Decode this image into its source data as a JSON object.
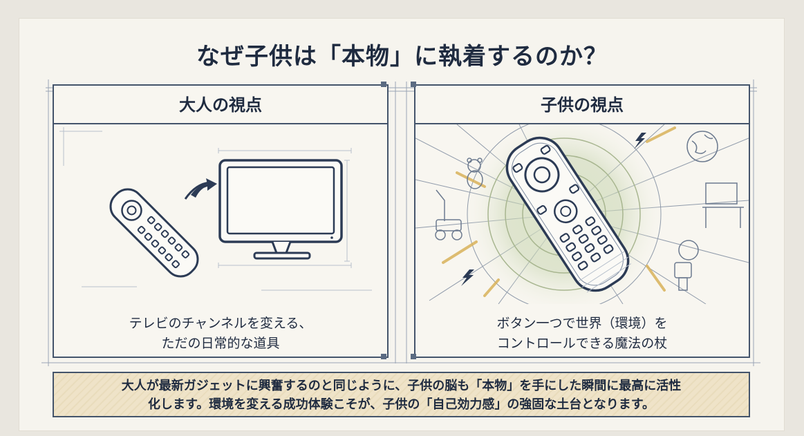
{
  "title": "なぜ子供は「本物」に執着するのか？",
  "left_panel": {
    "heading": "大人の視点",
    "caption_line1": "テレビのチャンネルを変える、",
    "caption_line2": "ただの日常的な道具",
    "icons": [
      "remote-control-icon",
      "arrow-icon",
      "television-icon"
    ]
  },
  "right_panel": {
    "heading": "子供の視点",
    "caption_line1": "ボタン一つで世界（環境）を",
    "caption_line2": "コントロールできる魔法の杖",
    "icons": [
      "glowing-remote-icon",
      "teddy-bear-icon",
      "globe-icon",
      "toy-lawnmower-icon",
      "tv-stand-icon",
      "toy-robot-icon"
    ]
  },
  "summary": {
    "line1": "大人が最新ガジェットに興奮するのと同じように、子供の脳も「本物」を手にした瞬間に最高に活性",
    "line2": "化します。環境を変える成功体験こそが、子供の「自己効力感」の強固な土台となります。"
  },
  "colors": {
    "ink": "#23324a",
    "highlight_gold": "#d9b25a",
    "highlight_green": "#a9b98a",
    "summary_bg": "#efe3c8"
  }
}
